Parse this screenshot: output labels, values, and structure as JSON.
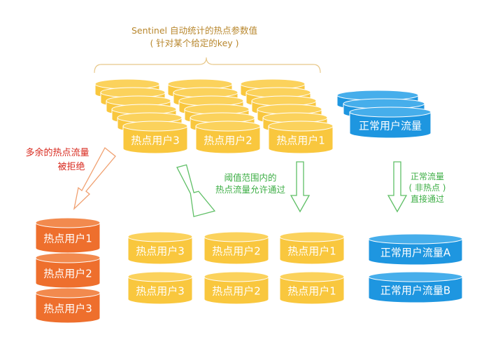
{
  "header": {
    "line1": "Sentinel 自动统计的热点参数值",
    "line2": "( 针对某个给定的key )"
  },
  "labels": {
    "rejected_line1": "多余的热点流量",
    "rejected_line2": "被拒绝",
    "passed_line1": "阈值范围内的",
    "passed_line2": "热点流量允许通过",
    "normal_line1": "正常流量",
    "normal_line2": "( 非热点 )",
    "normal_line3": "直接通过"
  },
  "top_stacks": {
    "user3": "热点用户3",
    "user2": "热点用户2",
    "user1": "热点用户1",
    "normal": "正常用户流量"
  },
  "rejected": [
    "热点用户1",
    "热点用户2",
    "热点用户3"
  ],
  "passed_row1": [
    "热点用户3",
    "热点用户2",
    "热点用户1"
  ],
  "passed_row2": [
    "热点用户3",
    "热点用户2",
    "热点用户1"
  ],
  "normal_out": [
    "正常用户流量A",
    "正常用户流量B"
  ],
  "colors": {
    "gold": "#F9C73E",
    "gold_top": "#FBD25C",
    "orange": "#EE6F2D",
    "orange_top": "#F28A4E",
    "blue": "#1E96E0",
    "blue_top": "#46AEEB",
    "green": "#3DAE45",
    "red": "#D8291E",
    "header": "#B8872D"
  }
}
